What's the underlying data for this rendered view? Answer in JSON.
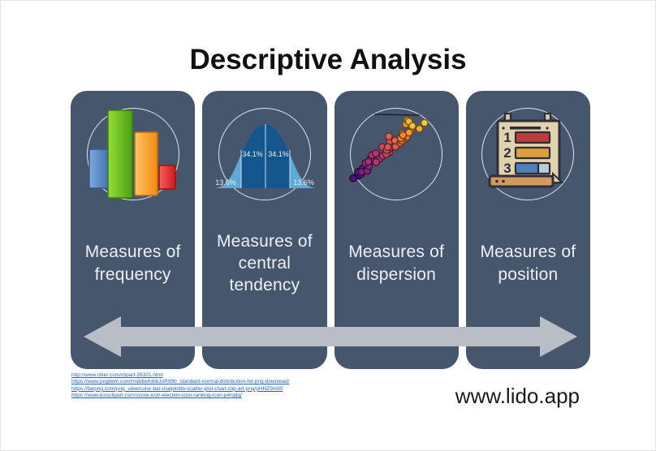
{
  "slide": {
    "title": "Descriptive Analysis"
  },
  "cards": [
    {
      "label": "Measures of\nfrequency",
      "icon": "bar-chart-icon"
    },
    {
      "label": "Measures of\ncentral\ntendency",
      "icon": "normal-distribution-icon"
    },
    {
      "label": "Measures of\ndispersion",
      "icon": "scatter-plot-icon"
    },
    {
      "label": "Measures of\nposition",
      "icon": "ranking-icon"
    }
  ],
  "icons": {
    "distribution": {
      "labels": {
        "left_inner": "34.1%",
        "right_inner": "34.1%",
        "left_outer": "13.6%",
        "right_outer": "13.6%"
      }
    },
    "ranking": {
      "ranks": [
        "1",
        "2",
        "3"
      ]
    }
  },
  "footer": {
    "links": [
      "http://www.clker.com/clipart-26301.html",
      "https://www.pngitem.com/middle/hibbJoR99b_standard-normal-distribution-hd-png-download/",
      "https://favpng.com/png_view/color-bar-matplotlib-scatter-plot-chart-clip-art-png/pHHZ9m80",
      "https://www.kissclipart.com/score-icon-election-icon-ranking-icon-p4rqdg/"
    ],
    "brand": "www.lido.app"
  },
  "colors": {
    "card_bg": "#46566d",
    "arrow": "#b8bdc6",
    "link": "#1b66c9",
    "label": "#edf0f4",
    "title": "#111111"
  }
}
